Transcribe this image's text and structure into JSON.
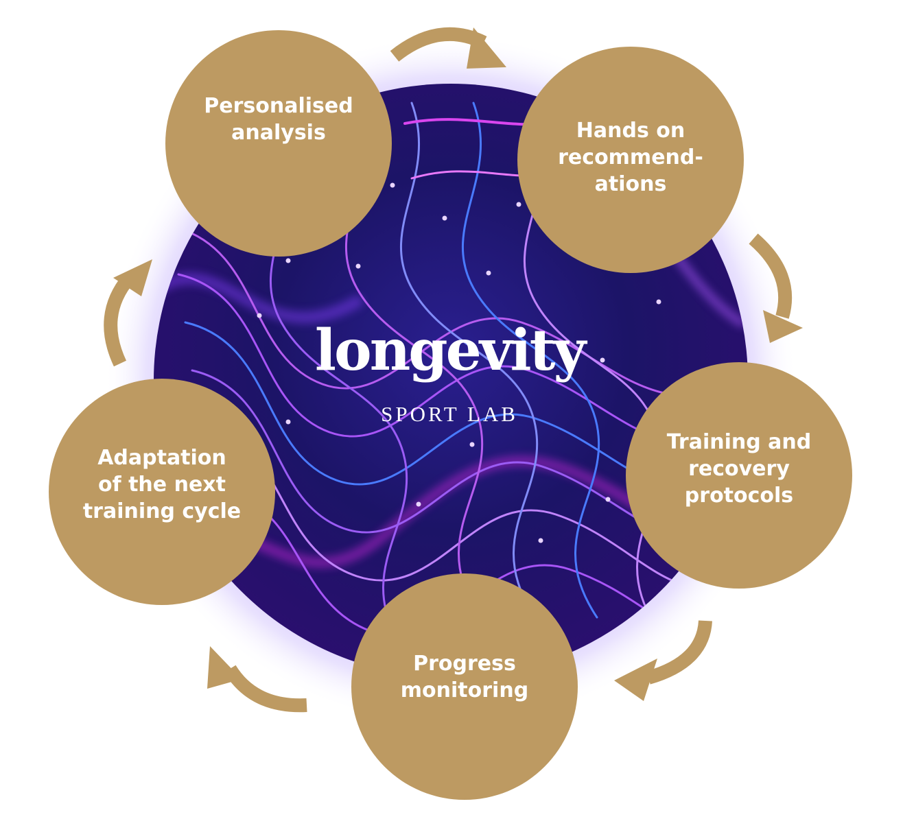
{
  "brand": {
    "logo_main": "longevity",
    "logo_sub": "SPORT LAB"
  },
  "steps": [
    {
      "label": "Personalised\nanalysis"
    },
    {
      "label": "Hands on\nrecommend-\nations"
    },
    {
      "label": "Training and\nrecovery\nprotocols"
    },
    {
      "label": "Progress\nmonitoring"
    },
    {
      "label": "Adaptation\nof the next\ntraining cycle"
    }
  ],
  "colors": {
    "node": "#bd9a62",
    "arrow": "#bd9a62",
    "orb_dark": "#15104a",
    "orb_mid": "#2b1a8a",
    "line_violet": "#b65cf0",
    "line_blue": "#4a7bff",
    "glow": "#8b5cf6"
  },
  "icons": {
    "cycle_arrow": "curved-arrow-icon"
  }
}
